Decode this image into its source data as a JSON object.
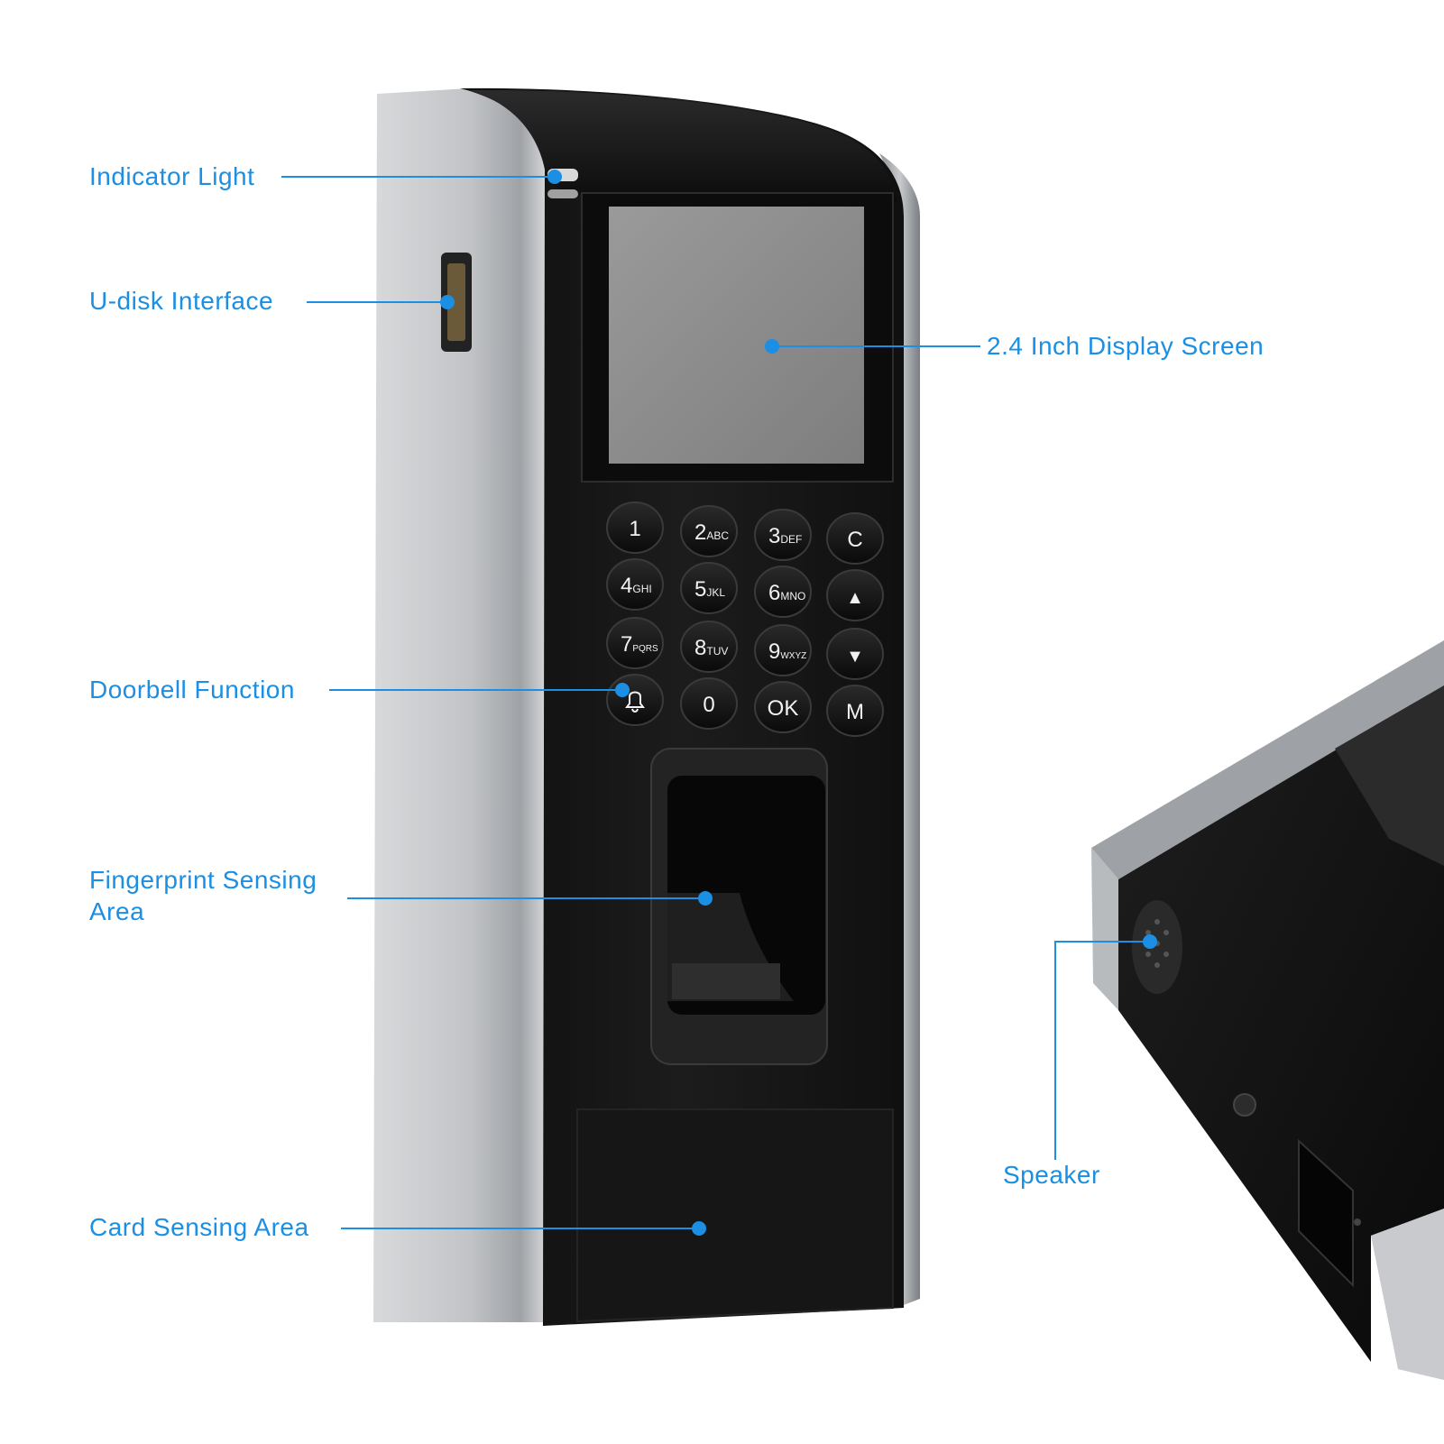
{
  "callouts": {
    "indicator_light": "Indicator Light",
    "u_disk_interface": "U-disk Interface",
    "display_screen": "2.4 Inch Display Screen",
    "doorbell_function": "Doorbell Function",
    "fingerprint_line1": "Fingerprint Sensing",
    "fingerprint_line2": "Area",
    "card_sensing_area": "Card Sensing Area",
    "speaker": "Speaker"
  },
  "keypad": [
    {
      "main": "1",
      "sub": ""
    },
    {
      "main": "2",
      "sub": "ABC"
    },
    {
      "main": "3",
      "sub": "DEF"
    },
    {
      "main": "C",
      "sub": ""
    },
    {
      "main": "4",
      "sub": "GHI"
    },
    {
      "main": "5",
      "sub": "JKL"
    },
    {
      "main": "6",
      "sub": "MNO"
    },
    {
      "main": "▲",
      "sub": ""
    },
    {
      "main": "7",
      "sub": "PQRS"
    },
    {
      "main": "8",
      "sub": "TUV"
    },
    {
      "main": "9",
      "sub": "WXYZ"
    },
    {
      "main": "▼",
      "sub": ""
    },
    {
      "main": "",
      "sub": "",
      "icon": "bell-icon"
    },
    {
      "main": "0",
      "sub": ""
    },
    {
      "main": "OK",
      "sub": ""
    },
    {
      "main": "M",
      "sub": ""
    }
  ],
  "colors": {
    "callout": "#1a8fe3",
    "device_face": "#141414",
    "device_silver": "#c4c6c9",
    "screen": "#8a8a8a"
  }
}
